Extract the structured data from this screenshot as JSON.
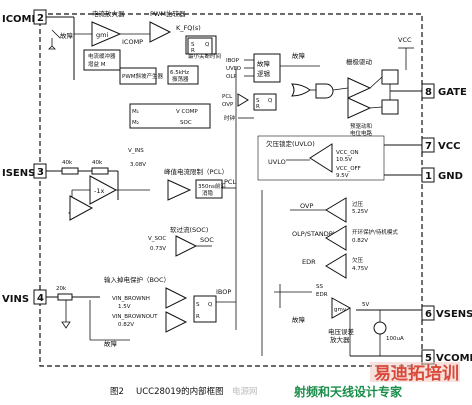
{
  "pins": [
    {
      "num": "2",
      "name": "ICOMP"
    },
    {
      "num": "3",
      "name": "ISENSE"
    },
    {
      "num": "4",
      "name": "VINS"
    },
    {
      "num": "8",
      "name": "GATE"
    },
    {
      "num": "7",
      "name": "VCC"
    },
    {
      "num": "1",
      "name": "GND"
    },
    {
      "num": "6",
      "name": "VSENSE"
    },
    {
      "num": "5",
      "name": "VCOMP"
    }
  ],
  "labels": {
    "fault_top": "故障",
    "current_amp": "电流放大器",
    "gmi": "gmi",
    "icomp_lbl": "ICOMP",
    "pwm_comp": "PWM比较器",
    "kfq": "K_FQ(s)",
    "min_off": "最小关断时间",
    "fault_logic": "故障\n逻辑",
    "ibop": "IBOP",
    "uvlo_in": "UVLO",
    "olp": "OLP",
    "pcl_in": "PCL",
    "ovp_in": "OVP",
    "clock": "时钟",
    "fault_mid": "故障",
    "gate_drive": "栅极驱动",
    "predrive": "预驱动和\n电位电路",
    "vcc_top": "VCC",
    "ramp_gen": "PWM斜坡产生器",
    "ramp_m": "M",
    "osc_freq": "6.5kHz",
    "osc_name": "振荡器",
    "m1": "M₁",
    "m2": "M₂",
    "vcomp_in": "V COMP",
    "soc_in": "SOC",
    "fb_buf_a": "电流\n缓冲器",
    "gain_40k_a": "40k",
    "gain_40k_b": "40k",
    "minus1x": "-1x",
    "vins_sup": "V_INS",
    "v108": "3.08V",
    "peak_limit": "峰值电流限制（PCL）",
    "pcl_out": "PCL",
    "soft_over": "软过流(SOC)",
    "v073": "0.73V",
    "vsoc": "V_SOC",
    "soc_out": "SOC",
    "blank": "350ns前沿\n消隐",
    "uvlo_title": "欠压锁定(UVLO)",
    "uvlo_out": "UVLO",
    "vcc_on": "VCC_ON",
    "v105": "10.5V",
    "vcc_off": "VCC_OFF",
    "v95": "9.5V",
    "ovp_out": "OVP",
    "overvolt": "过压",
    "v525": "5.25V",
    "olp_out": "OLP/STANDBY",
    "openloop": "开环保护/待机模式",
    "v082_a": "0.82V",
    "edr_out": "EDR",
    "undervolt": "欠压",
    "v475": "4.75V",
    "ss": "SS",
    "edr_in": "EDR",
    "v5": "5V",
    "i100": "100uA",
    "vamp": "电压误差\n放大器",
    "gmv": "gmv",
    "fault_bot": "故障",
    "r20k": "20k",
    "brownout": "输入掉电保护（BOC）",
    "vin_bh": "VIN_BROWNH",
    "v15": "1.5V",
    "vin_bl": "VIN_BROWNOUT",
    "v082_b": "0.82V",
    "ibop_out": "IBOP",
    "s_lbl": "S",
    "r_lbl": "R",
    "q_lbl": "Q",
    "fault_left": "故障",
    "fault_vsense": "故障"
  },
  "caption": {
    "fig": "图2",
    "title": "UCC28019的内部框图"
  },
  "watermark": {
    "brand": "易迪拓培训",
    "sub": "射频和天线设计专家",
    "site": "电源网"
  }
}
